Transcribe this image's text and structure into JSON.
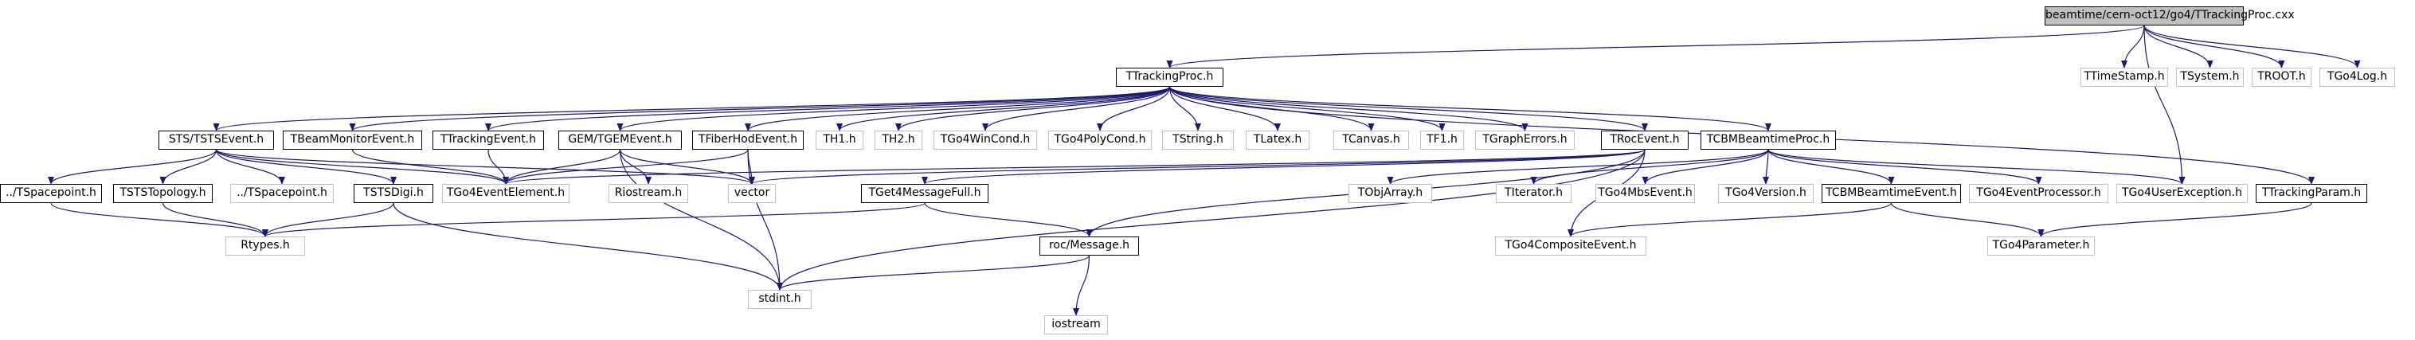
{
  "colors": {
    "edge": "#191970",
    "node_border": "#000000",
    "external_border": "#bfbfbf",
    "root_fill": "#bfbfbf",
    "background": "#ffffff"
  },
  "nodes": [
    {
      "id": "root",
      "label": "beamtime/cern-oct12/go4/TTrackingProc.cxx",
      "style": "root"
    },
    {
      "id": "ttrackingproc_h",
      "label": "TTrackingProc.h",
      "style": "doc"
    },
    {
      "id": "ttimestamp_h",
      "label": "TTimeStamp.h",
      "style": "ext"
    },
    {
      "id": "tsystem_h",
      "label": "TSystem.h",
      "style": "ext"
    },
    {
      "id": "troot_h",
      "label": "TROOT.h",
      "style": "ext"
    },
    {
      "id": "tgo4log_h",
      "label": "TGo4Log.h",
      "style": "ext"
    },
    {
      "id": "tstsevent_h",
      "label": "STS/TSTSEvent.h",
      "style": "doc"
    },
    {
      "id": "tbeammonitorevent_h",
      "label": "TBeamMonitorEvent.h",
      "style": "doc"
    },
    {
      "id": "ttrackingevent_h",
      "label": "TTrackingEvent.h",
      "style": "doc"
    },
    {
      "id": "tgemevent_h",
      "label": "GEM/TGEMEvent.h",
      "style": "doc"
    },
    {
      "id": "tfiberhodevent_h",
      "label": "TFiberHodEvent.h",
      "style": "doc"
    },
    {
      "id": "th1_h",
      "label": "TH1.h",
      "style": "ext"
    },
    {
      "id": "th2_h",
      "label": "TH2.h",
      "style": "ext"
    },
    {
      "id": "tgo4wincond_h",
      "label": "TGo4WinCond.h",
      "style": "ext"
    },
    {
      "id": "tgo4polycond_h",
      "label": "TGo4PolyCond.h",
      "style": "ext"
    },
    {
      "id": "tstring_h",
      "label": "TString.h",
      "style": "ext"
    },
    {
      "id": "tlatex_h",
      "label": "TLatex.h",
      "style": "ext"
    },
    {
      "id": "tcanvas_h",
      "label": "TCanvas.h",
      "style": "ext"
    },
    {
      "id": "tf1_h",
      "label": "TF1.h",
      "style": "ext"
    },
    {
      "id": "tgrapherrors_h",
      "label": "TGraphErrors.h",
      "style": "ext"
    },
    {
      "id": "trocevent_h",
      "label": "TRocEvent.h",
      "style": "doc"
    },
    {
      "id": "tcbmbeamtimeproc_h",
      "label": "TCBMBeamtimeProc.h",
      "style": "doc"
    },
    {
      "id": "ttrackingparam_h",
      "label": "TTrackingParam.h",
      "style": "doc"
    },
    {
      "id": "tspacepoint_a",
      "label": "../TSpacepoint.h",
      "style": "doc"
    },
    {
      "id": "tststopology_h",
      "label": "TSTSTopology.h",
      "style": "doc"
    },
    {
      "id": "tspacepoint_b",
      "label": "../TSpacepoint.h",
      "style": "ext"
    },
    {
      "id": "tstsdigi_h",
      "label": "TSTSDigi.h",
      "style": "doc"
    },
    {
      "id": "tgo4eventelement_h",
      "label": "TGo4EventElement.h",
      "style": "ext"
    },
    {
      "id": "riostream_h",
      "label": "Riostream.h",
      "style": "ext"
    },
    {
      "id": "vector",
      "label": "vector",
      "style": "ext"
    },
    {
      "id": "tget4messagefull_h",
      "label": "TGet4MessageFull.h",
      "style": "doc"
    },
    {
      "id": "tobjarray_h",
      "label": "TObjArray.h",
      "style": "ext"
    },
    {
      "id": "titerator_h",
      "label": "TIterator.h",
      "style": "ext"
    },
    {
      "id": "tgo4mbsevent_h",
      "label": "TGo4MbsEvent.h",
      "style": "ext"
    },
    {
      "id": "tgo4version_h",
      "label": "TGo4Version.h",
      "style": "ext"
    },
    {
      "id": "tcbmbeamtimeevent_h",
      "label": "TCBMBeamtimeEvent.h",
      "style": "doc"
    },
    {
      "id": "tgo4eventprocessor_h",
      "label": "TGo4EventProcessor.h",
      "style": "ext"
    },
    {
      "id": "tgo4userexception_h",
      "label": "TGo4UserException.h",
      "style": "ext"
    },
    {
      "id": "rtypes_h",
      "label": "Rtypes.h",
      "style": "ext"
    },
    {
      "id": "roc_message_h",
      "label": "roc/Message.h",
      "style": "doc"
    },
    {
      "id": "tgo4compositeevent_h",
      "label": "TGo4CompositeEvent.h",
      "style": "ext"
    },
    {
      "id": "tgo4parameter_h",
      "label": "TGo4Parameter.h",
      "style": "ext"
    },
    {
      "id": "stdint_h",
      "label": "stdint.h",
      "style": "ext"
    },
    {
      "id": "iostream",
      "label": "iostream",
      "style": "ext"
    }
  ],
  "edges": [
    [
      "root",
      "ttrackingproc_h"
    ],
    [
      "root",
      "ttimestamp_h"
    ],
    [
      "root",
      "tsystem_h"
    ],
    [
      "root",
      "troot_h"
    ],
    [
      "root",
      "tgo4log_h"
    ],
    [
      "root",
      "tgo4userexception_h"
    ],
    [
      "ttrackingproc_h",
      "tstsevent_h"
    ],
    [
      "ttrackingproc_h",
      "tbeammonitorevent_h"
    ],
    [
      "ttrackingproc_h",
      "ttrackingevent_h"
    ],
    [
      "ttrackingproc_h",
      "tgemevent_h"
    ],
    [
      "ttrackingproc_h",
      "tfiberhodevent_h"
    ],
    [
      "ttrackingproc_h",
      "th1_h"
    ],
    [
      "ttrackingproc_h",
      "th2_h"
    ],
    [
      "ttrackingproc_h",
      "tgo4wincond_h"
    ],
    [
      "ttrackingproc_h",
      "tgo4polycond_h"
    ],
    [
      "ttrackingproc_h",
      "tstring_h"
    ],
    [
      "ttrackingproc_h",
      "tlatex_h"
    ],
    [
      "ttrackingproc_h",
      "tcanvas_h"
    ],
    [
      "ttrackingproc_h",
      "tf1_h"
    ],
    [
      "ttrackingproc_h",
      "tgrapherrors_h"
    ],
    [
      "ttrackingproc_h",
      "trocevent_h"
    ],
    [
      "ttrackingproc_h",
      "tcbmbeamtimeproc_h"
    ],
    [
      "ttrackingproc_h",
      "ttrackingparam_h"
    ],
    [
      "tstsevent_h",
      "tspacepoint_a"
    ],
    [
      "tstsevent_h",
      "tststopology_h"
    ],
    [
      "tstsevent_h",
      "tspacepoint_b"
    ],
    [
      "tstsevent_h",
      "tstsdigi_h"
    ],
    [
      "tstsevent_h",
      "tgo4eventelement_h"
    ],
    [
      "tstsevent_h",
      "vector"
    ],
    [
      "tbeammonitorevent_h",
      "tgo4eventelement_h"
    ],
    [
      "ttrackingevent_h",
      "tgo4eventelement_h"
    ],
    [
      "tgemevent_h",
      "tgo4eventelement_h"
    ],
    [
      "tgemevent_h",
      "riostream_h"
    ],
    [
      "tgemevent_h",
      "vector"
    ],
    [
      "tgemevent_h",
      "stdint_h"
    ],
    [
      "tfiberhodevent_h",
      "tgo4eventelement_h"
    ],
    [
      "tfiberhodevent_h",
      "vector"
    ],
    [
      "tfiberhodevent_h",
      "stdint_h"
    ],
    [
      "trocevent_h",
      "tgo4eventelement_h"
    ],
    [
      "trocevent_h",
      "vector"
    ],
    [
      "trocevent_h",
      "tget4messagefull_h"
    ],
    [
      "trocevent_h",
      "roc_message_h"
    ],
    [
      "trocevent_h",
      "tgo4compositeevent_h"
    ],
    [
      "trocevent_h",
      "stdint_h"
    ],
    [
      "tcbmbeamtimeproc_h",
      "tobjarray_h"
    ],
    [
      "tcbmbeamtimeproc_h",
      "titerator_h"
    ],
    [
      "tcbmbeamtimeproc_h",
      "tgo4mbsevent_h"
    ],
    [
      "tcbmbeamtimeproc_h",
      "tgo4version_h"
    ],
    [
      "tcbmbeamtimeproc_h",
      "tcbmbeamtimeevent_h"
    ],
    [
      "tcbmbeamtimeproc_h",
      "tgo4eventprocessor_h"
    ],
    [
      "tcbmbeamtimeproc_h",
      "tgo4userexception_h"
    ],
    [
      "ttrackingparam_h",
      "tgo4parameter_h"
    ],
    [
      "tspacepoint_a",
      "rtypes_h"
    ],
    [
      "tststopology_h",
      "rtypes_h"
    ],
    [
      "tstsdigi_h",
      "rtypes_h"
    ],
    [
      "tstsdigi_h",
      "stdint_h"
    ],
    [
      "tget4messagefull_h",
      "rtypes_h"
    ],
    [
      "tget4messagefull_h",
      "roc_message_h"
    ],
    [
      "tcbmbeamtimeevent_h",
      "tgo4compositeevent_h"
    ],
    [
      "tcbmbeamtimeevent_h",
      "tgo4parameter_h"
    ],
    [
      "roc_message_h",
      "stdint_h"
    ],
    [
      "roc_message_h",
      "iostream"
    ]
  ]
}
